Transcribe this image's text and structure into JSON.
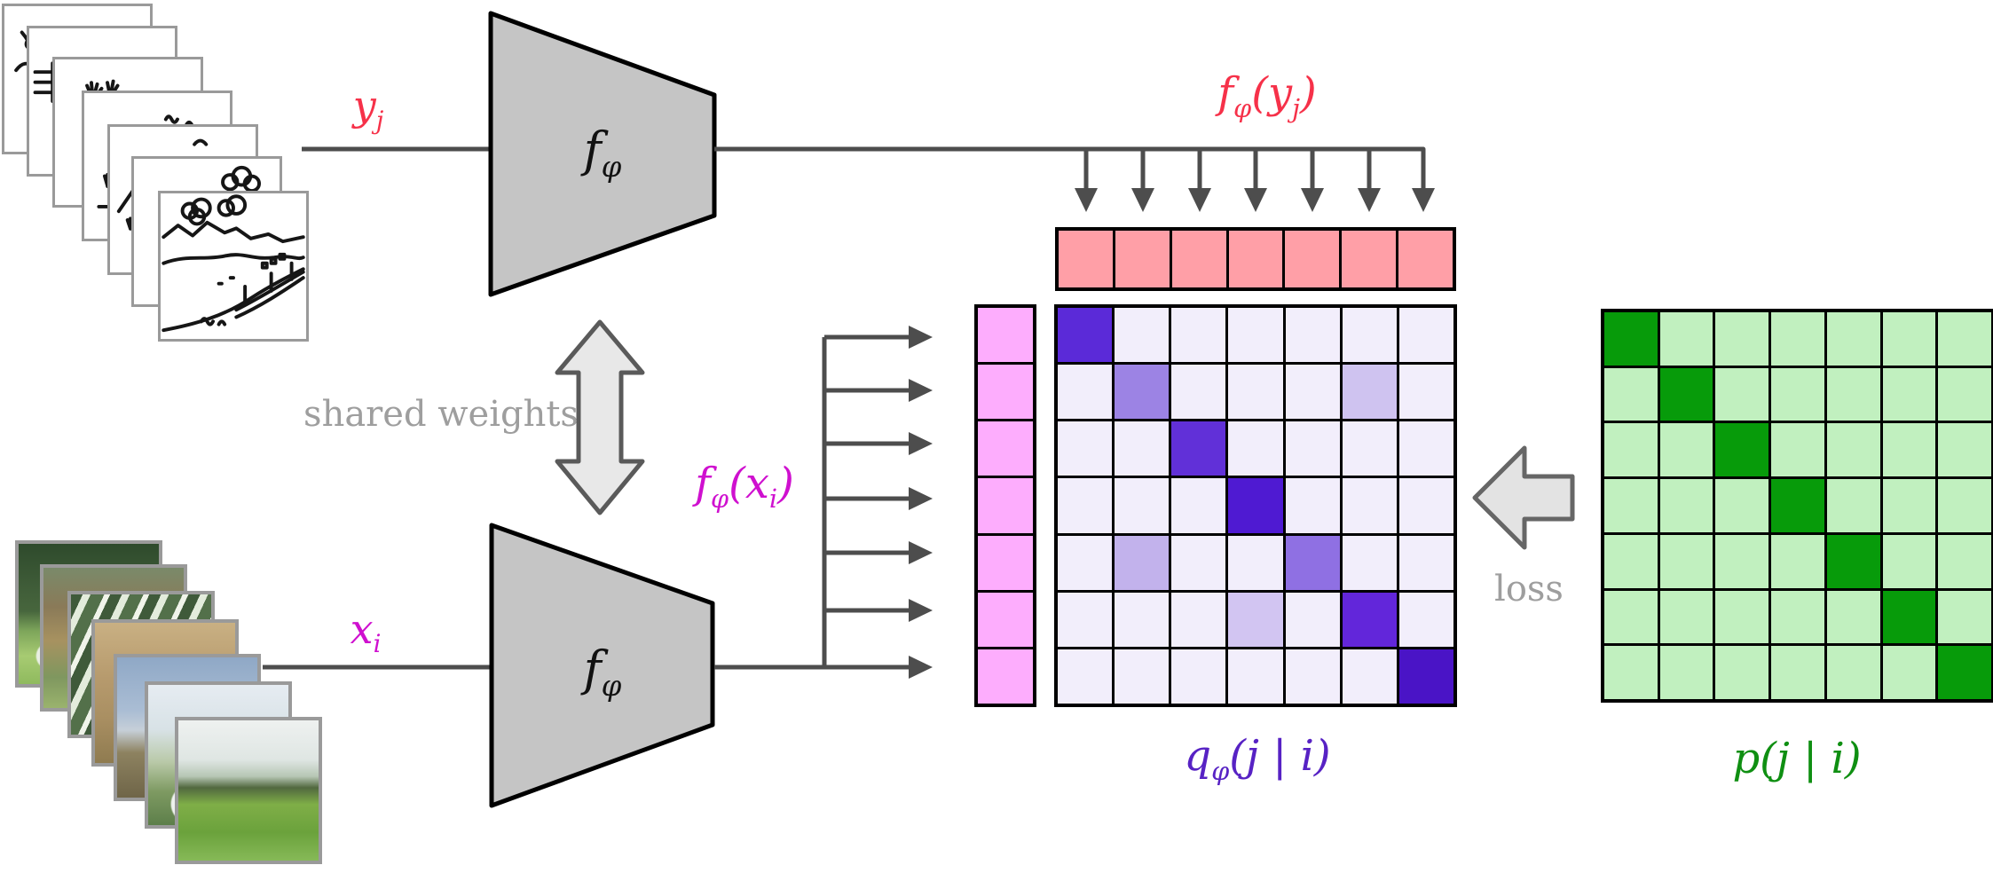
{
  "figure": {
    "description": "contrastive-learning diagram: sketch and photo batches encoded by shared encoder into similarity matrix",
    "sketch_stack": {
      "count": 7,
      "content": "black line-drawing landscape sketches"
    },
    "photo_stack": {
      "count": 7,
      "content": "blurry natural landscape photos"
    }
  },
  "labels": {
    "y_input": {
      "base": "y",
      "sub": "j"
    },
    "x_input": {
      "base": "x",
      "sub": "i"
    },
    "encoder": {
      "base": "f",
      "sub": "φ"
    },
    "f_y": {
      "base": "f",
      "sub": "φ",
      "open": "(",
      "arg": "y",
      "arg_sub": "j",
      "close": ")"
    },
    "f_x": {
      "base": "f",
      "sub": "φ",
      "open": "(",
      "arg": "x",
      "arg_sub": "i",
      "close": ")"
    },
    "shared_weights": "shared weights",
    "loss": "loss",
    "q": {
      "base": "q",
      "sub": "φ",
      "rest": "(j | i)"
    },
    "p": "p(j | i)"
  },
  "colors": {
    "y_label": "#f63149",
    "x_label": "#cf10cf",
    "q_label": "#5722c4",
    "p_label": "#0f8f12",
    "pink_vector": "#ff9fa7",
    "magenta_vector": "#fdadfd",
    "q_cell_base": "#f2eefb",
    "p_cell_base": "#c1f0bf",
    "p_diagonal": "#079b0a",
    "connector": "#4d4d4d",
    "encoder_fill": "#c5c5c5",
    "block_arrow_fill": "#e8e8e8",
    "frame_border": "#9a9a9a"
  },
  "f_y_vector": {
    "cells": [
      "#ff9fa7",
      "#ff9fa7",
      "#ff9fa7",
      "#ff9fa7",
      "#ff9fa7",
      "#ff9fa7",
      "#ff9fa7"
    ]
  },
  "f_x_vector": {
    "cells": [
      "#fdadfd",
      "#fdadfd",
      "#fdadfd",
      "#fdadfd",
      "#fdadfd",
      "#fdadfd",
      "#fdadfd"
    ]
  },
  "q_matrix": {
    "rows": 7,
    "cols": 7,
    "cells": [
      [
        "#5b2ad8",
        "#f2eefb",
        "#f2eefb",
        "#f2eefb",
        "#f2eefb",
        "#f2eefb",
        "#f2eefb"
      ],
      [
        "#f2eefb",
        "#9c83e4",
        "#f2eefb",
        "#f2eefb",
        "#f2eefb",
        "#cfc3f0",
        "#f2eefb"
      ],
      [
        "#f2eefb",
        "#f2eefb",
        "#6130d8",
        "#f2eefb",
        "#f2eefb",
        "#f2eefb",
        "#f2eefb"
      ],
      [
        "#f2eefb",
        "#f2eefb",
        "#f2eefb",
        "#4f1ad2",
        "#f2eefb",
        "#f2eefb",
        "#f2eefb"
      ],
      [
        "#f2eefb",
        "#c2b2ec",
        "#f2eefb",
        "#f2eefb",
        "#8f70e3",
        "#f2eefb",
        "#f2eefb"
      ],
      [
        "#f2eefb",
        "#f2eefb",
        "#f2eefb",
        "#d2c5f2",
        "#f2eefb",
        "#6226da",
        "#f2eefb"
      ],
      [
        "#f2eefb",
        "#f2eefb",
        "#f2eefb",
        "#f2eefb",
        "#f2eefb",
        "#f2eefb",
        "#4a14c6"
      ]
    ]
  },
  "p_matrix": {
    "rows": 7,
    "cols": 7,
    "cells": [
      [
        "#079b0a",
        "#c1f0bf",
        "#c1f0bf",
        "#c1f0bf",
        "#c1f0bf",
        "#c1f0bf",
        "#c1f0bf"
      ],
      [
        "#c1f0bf",
        "#079b0a",
        "#c1f0bf",
        "#c1f0bf",
        "#c1f0bf",
        "#c1f0bf",
        "#c1f0bf"
      ],
      [
        "#c1f0bf",
        "#c1f0bf",
        "#079b0a",
        "#c1f0bf",
        "#c1f0bf",
        "#c1f0bf",
        "#c1f0bf"
      ],
      [
        "#c1f0bf",
        "#c1f0bf",
        "#c1f0bf",
        "#079b0a",
        "#c1f0bf",
        "#c1f0bf",
        "#c1f0bf"
      ],
      [
        "#c1f0bf",
        "#c1f0bf",
        "#c1f0bf",
        "#c1f0bf",
        "#079b0a",
        "#c1f0bf",
        "#c1f0bf"
      ],
      [
        "#c1f0bf",
        "#c1f0bf",
        "#c1f0bf",
        "#c1f0bf",
        "#c1f0bf",
        "#079b0a",
        "#c1f0bf"
      ],
      [
        "#c1f0bf",
        "#c1f0bf",
        "#c1f0bf",
        "#c1f0bf",
        "#c1f0bf",
        "#c1f0bf",
        "#079b0a"
      ]
    ]
  }
}
